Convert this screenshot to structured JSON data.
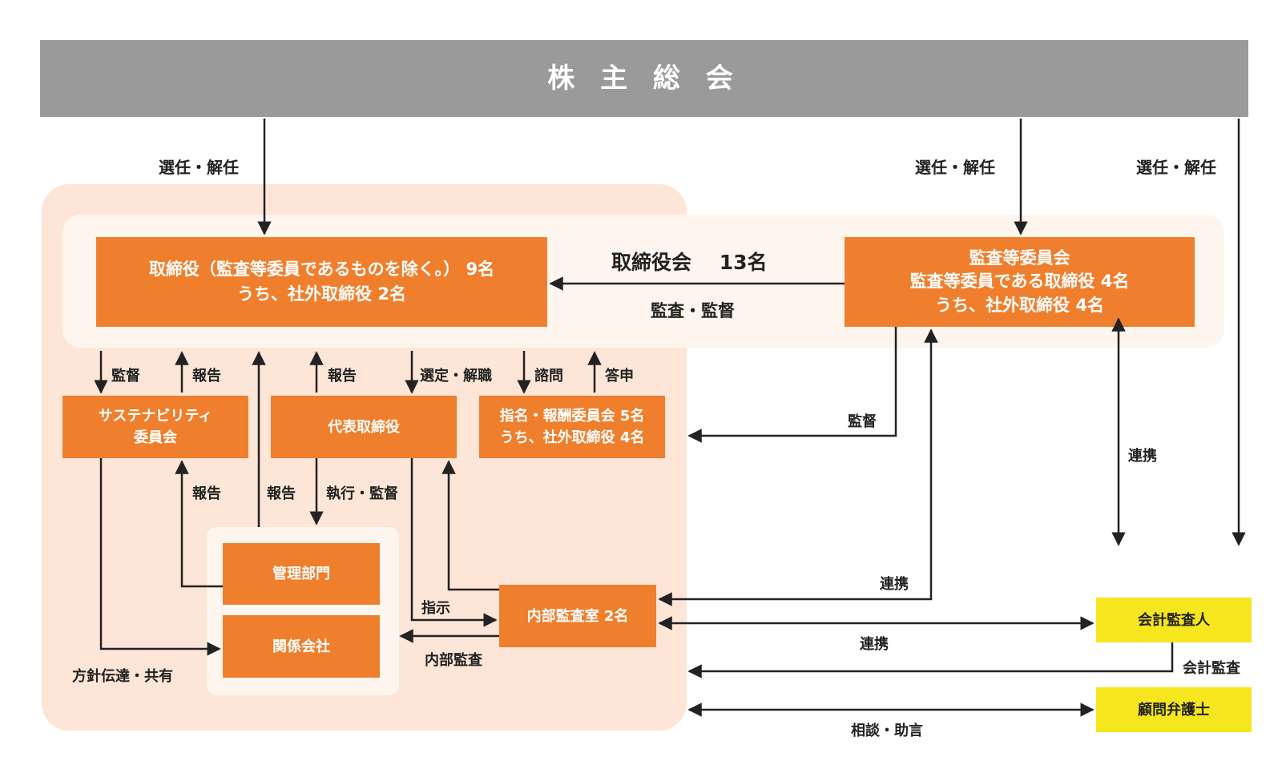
{
  "header": {
    "title": "株 主 総 会"
  },
  "board": {
    "name": "取締役会",
    "count": "13名",
    "supervise_label": "監査・監督"
  },
  "directors": {
    "line1": "取締役（監査等委員であるものを除く。） 9名",
    "line2": "うち、社外取締役 2名"
  },
  "audit_committee": {
    "line1": "監査等委員会",
    "line2": "監査等委員である取締役 4名",
    "line3": "うち、社外取締役 4名"
  },
  "sustainability": {
    "line1": "サステナビリティ",
    "line2": "委員会"
  },
  "representative": {
    "label": "代表取締役"
  },
  "nomination": {
    "line1": "指名・報酬委員会 5名",
    "line2": "うち、社外取締役 4名"
  },
  "management": {
    "label": "管理部門"
  },
  "affiliates": {
    "label": "関係会社"
  },
  "internal_audit": {
    "label": "内部監査室 2名"
  },
  "accounting_auditor": {
    "label": "会計監査人"
  },
  "legal_advisor": {
    "label": "顧問弁護士"
  },
  "labels": {
    "elect_left": "選任・解任",
    "elect_mid": "選任・解任",
    "elect_right": "選任・解任",
    "supervise_sus": "監督",
    "report_sus": "報告",
    "report_rep": "報告",
    "select_dismiss": "選定・解職",
    "consult": "諮問",
    "reply": "答申",
    "report_mgmt_sus": "報告",
    "report_mgmt_board": "報告",
    "execute_supervise": "執行・監督",
    "supervise_nom": "監督",
    "cooperate_right": "連携",
    "cooperate_ia": "連携",
    "cooperate_acc": "連携",
    "instruct": "指示",
    "internal_audit_lbl": "内部監査",
    "policy_share": "方針伝達・共有",
    "accounting_audit": "会計監査",
    "consult_advice": "相談・助言"
  },
  "colors": {
    "orange": "#ef7f2d",
    "yellow": "#f5e61e",
    "header_gray": "#9a9a9a",
    "light_peach": "#fde5d7",
    "light_band": "#fef5ef"
  }
}
